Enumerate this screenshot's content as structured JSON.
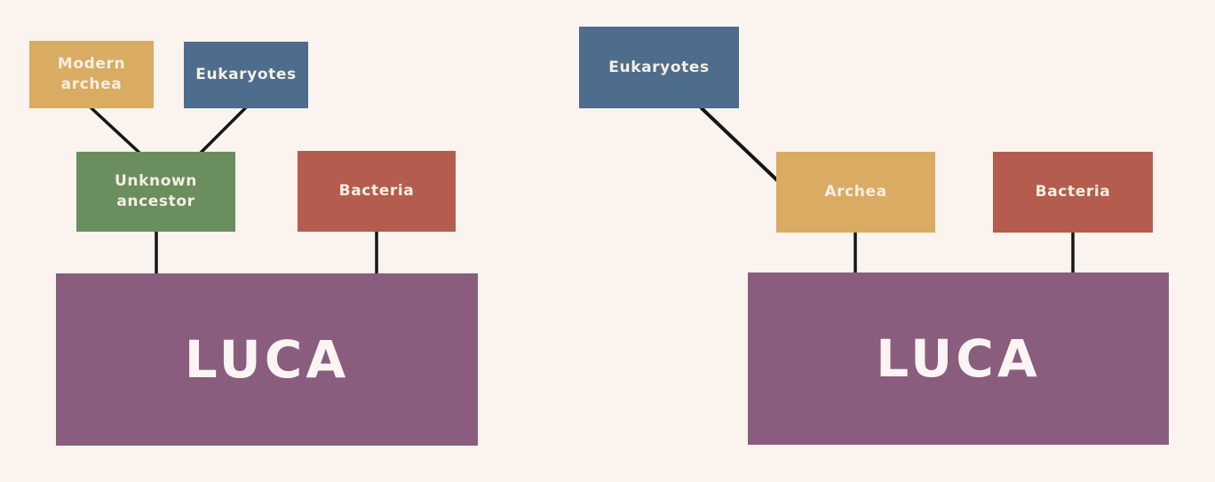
{
  "canvas": {
    "background": "#faf3ee"
  },
  "palette": {
    "gold": "#d9ab63",
    "blue": "#4e6c8c",
    "green": "#6b8e5e",
    "terracotta": "#b45c4e",
    "purple": "#8a5c7d",
    "line": "#161616",
    "box_text": "#f5efe3",
    "luca_text": "#faf4f2"
  },
  "left_diagram": {
    "nodes": {
      "modern_archea": "Modern archea",
      "eukaryotes": "Eukaryotes",
      "unknown_ancestor": "Unknown ancestor",
      "bacteria": "Bacteria",
      "luca": "LUCA"
    },
    "edges": [
      {
        "from": "modern_archea",
        "to": "unknown_ancestor"
      },
      {
        "from": "eukaryotes",
        "to": "unknown_ancestor"
      },
      {
        "from": "unknown_ancestor",
        "to": "luca"
      },
      {
        "from": "bacteria",
        "to": "luca"
      }
    ]
  },
  "right_diagram": {
    "nodes": {
      "eukaryotes": "Eukaryotes",
      "archea": "Archea",
      "bacteria": "Bacteria",
      "luca": "LUCA"
    },
    "edges": [
      {
        "from": "eukaryotes",
        "to": "archea"
      },
      {
        "from": "archea",
        "to": "luca"
      },
      {
        "from": "bacteria",
        "to": "luca"
      }
    ]
  }
}
